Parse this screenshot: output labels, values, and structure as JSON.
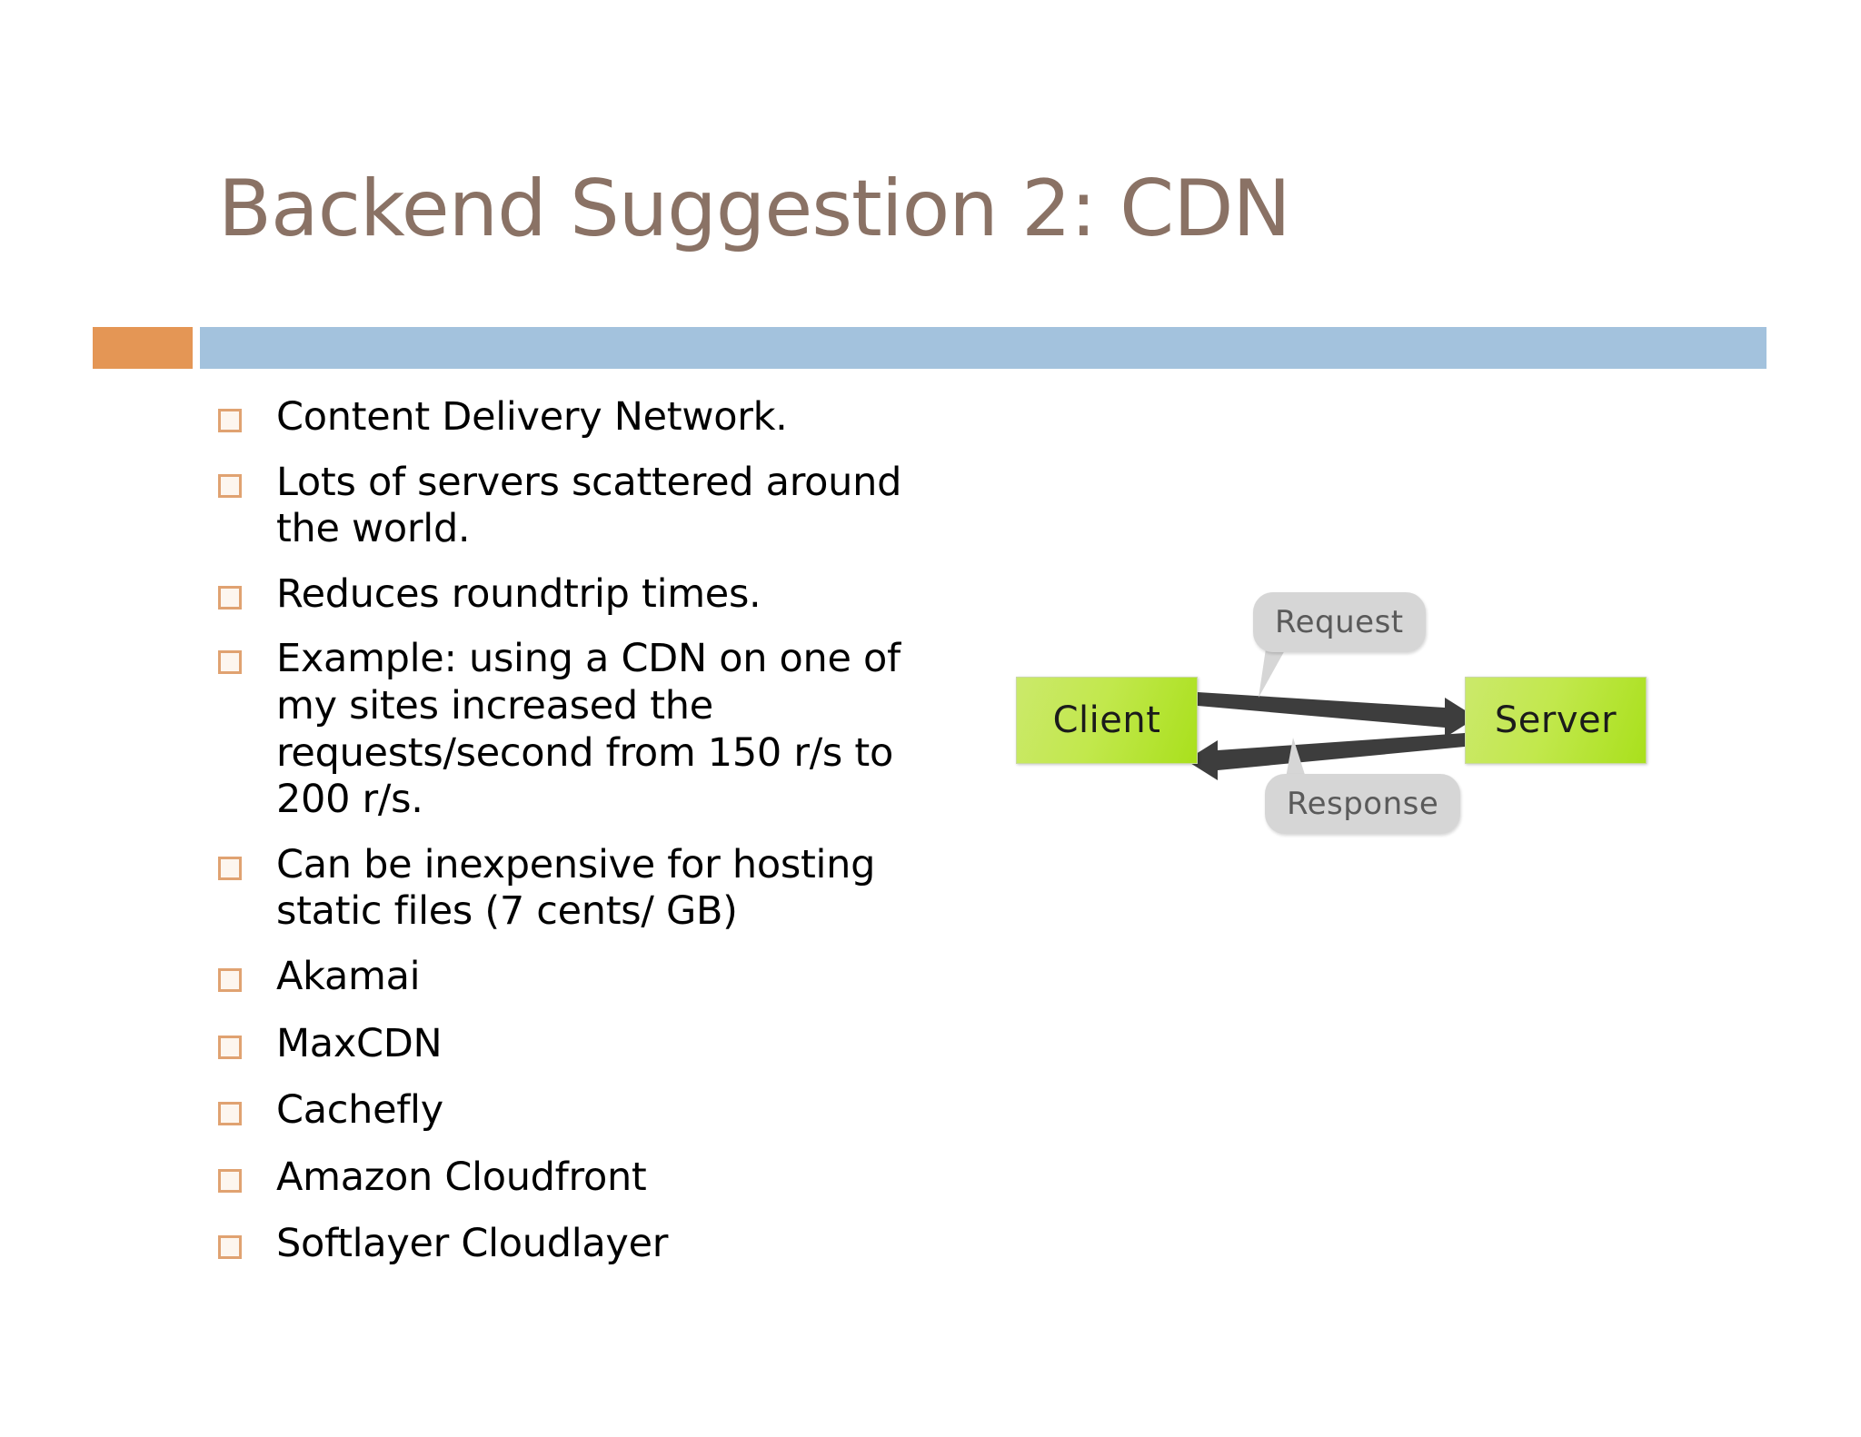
{
  "slide": {
    "title": "Backend Suggestion 2: CDN",
    "colors": {
      "title_text": "#8a7265",
      "accent_orange": "#e49655",
      "accent_blue": "#a3c2dd",
      "bullet_marker": "#e0a271",
      "node_green": "#bce34a",
      "bubble_gray": "#d6d6d6",
      "arrow_dark": "#3d3d3d",
      "body_text": "#000000",
      "background": "#ffffff"
    },
    "bullets": [
      {
        "text": "Content Delivery Network."
      },
      {
        "text": "Lots of servers scattered around the world."
      },
      {
        "text": "Reduces roundtrip times."
      },
      {
        "text": "Example: using a CDN on one of my sites increased the requests/second from 150 r/s to 200 r/s."
      },
      {
        "text": "Can be inexpensive for hosting static files (7 cents/ GB)"
      },
      {
        "text": "Akamai"
      },
      {
        "text": "MaxCDN"
      },
      {
        "text": "Cachefly"
      },
      {
        "text": "Amazon Cloudfront"
      },
      {
        "text": "Softlayer Cloudlayer"
      }
    ],
    "diagram": {
      "nodes": [
        {
          "id": "client",
          "label": "Client"
        },
        {
          "id": "server",
          "label": "Server"
        }
      ],
      "bubbles": [
        {
          "id": "request",
          "label": "Request"
        },
        {
          "id": "response",
          "label": "Response"
        }
      ],
      "arrows": [
        {
          "id": "client-to-server",
          "from": "client",
          "to": "server",
          "label": "Request"
        },
        {
          "id": "server-to-client",
          "from": "server",
          "to": "client",
          "label": "Response"
        }
      ]
    }
  }
}
